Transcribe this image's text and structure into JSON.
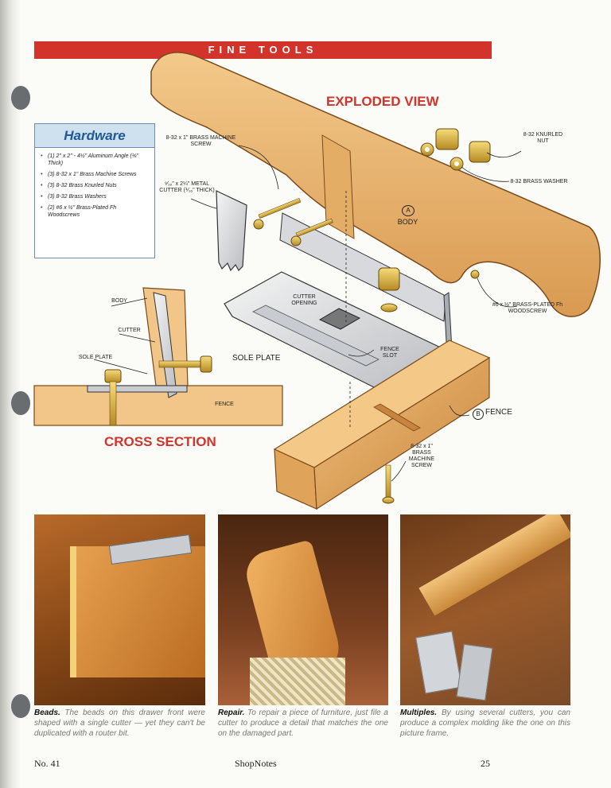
{
  "banner": "FINE TOOLS",
  "exploded_title": "EXPLODED VIEW",
  "cross_title": "CROSS SECTION",
  "hardware": {
    "title": "Hardware",
    "items": [
      "(1) 2\" x 2\" - 4½\" Aluminum Angle (⅛\" Thick)",
      "(3) 8-32 x 1\" Brass Machine Screws",
      "(3) 8-32 Brass Knurled Nuts",
      "(3) 8-32 Brass Washers",
      "(2) #6 x ½\" Brass-Plated Fh Woodscrews"
    ]
  },
  "labels": {
    "machine_screw_top": "8-32 x 1\" BRASS MACHINE SCREW",
    "metal_cutter": "⁹⁄₁₆\" x 2¼\" METAL CUTTER (⅟₁₆\" THICK)",
    "knurled_nut": "8-32 KNURLED NUT",
    "brass_washer": "8-32 BRASS WASHER",
    "body_letter": "A",
    "body": "BODY",
    "woodscrew": "#6 x ½\" BRASS-PLATED Fh WOODSCREW",
    "cutter_opening": "CUTTER OPENING",
    "fence_slot": "FENCE SLOT",
    "sole_plate": "SOLE PLATE",
    "fence_letter": "B",
    "fence": "FENCE",
    "machine_screw_bottom": "8-32 x 1\" BRASS MACHINE SCREW",
    "cs_body": "BODY",
    "cs_cutter": "CUTTER",
    "cs_sole_plate": "SOLE PLATE",
    "cs_fence": "FENCE"
  },
  "captions": [
    {
      "lead": "Beads.",
      "text": "The beads on this drawer front were shaped with a single cutter — yet they can't be duplicated with a router bit."
    },
    {
      "lead": "Repair.",
      "text": "To repair a piece of furniture, just file a cutter to produce a detail that matches the one on the damaged part."
    },
    {
      "lead": "Multiples.",
      "text": "By using several cutters, you can produce a complex molding like the one on this picture frame."
    }
  ],
  "footer": {
    "issue": "No. 41",
    "magazine": "ShopNotes",
    "page": "25"
  }
}
